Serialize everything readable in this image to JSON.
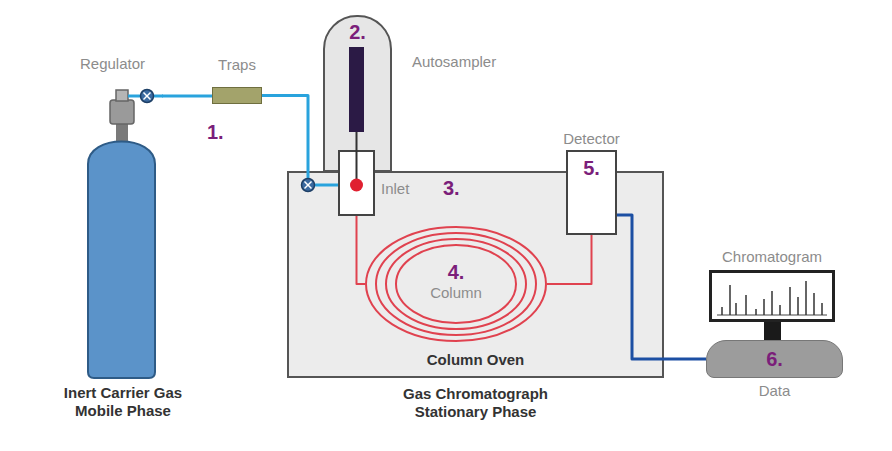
{
  "diagram": {
    "nodes": [
      {
        "text": [
          "Inert Carrier Gas Mobile Phase"
        ]
      },
      {
        "text": [
          "Traps"
        ]
      },
      {
        "text": [
          "2.",
          "Autosampler"
        ]
      },
      {
        "text": [
          "Column Oven",
          "Gas Chromatograph Stationary Phase"
        ]
      },
      {
        "text": [
          "Inlet",
          "3."
        ],
        "in": 3
      },
      {
        "text": [
          "4.",
          "Column"
        ],
        "in": 3
      },
      {
        "text": [
          "Detector",
          "5."
        ],
        "in": 3
      },
      {
        "text": [
          "6.",
          "Data"
        ]
      },
      {
        "text": [
          "Chromatogram"
        ]
      }
    ],
    "edges": [
      {
        "from": 0,
        "to": 1,
        "arrow": "none"
      },
      {
        "from": 1,
        "to": 4,
        "arrow": "none"
      },
      {
        "from": 4,
        "to": 5,
        "arrow": "none"
      },
      {
        "from": 5,
        "to": 6,
        "arrow": "none"
      },
      {
        "from": 6,
        "to": 7,
        "arrow": "none"
      }
    ],
    "labels": [
      "Regulator",
      "1."
    ]
  }
}
